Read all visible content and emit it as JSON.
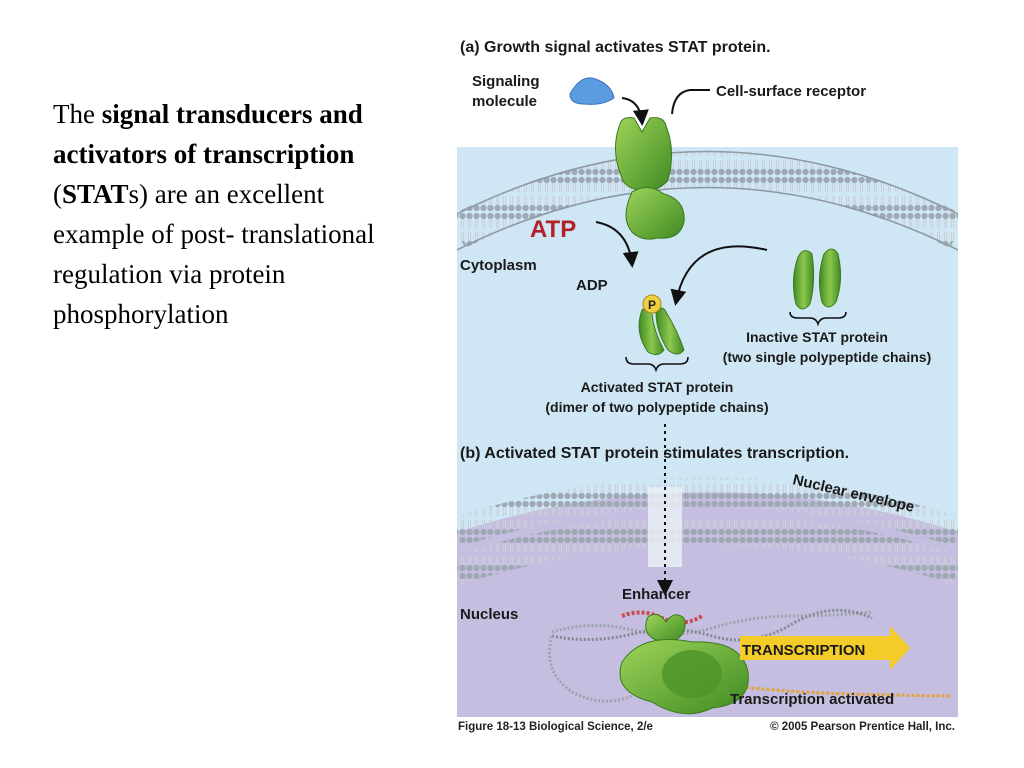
{
  "slide": {
    "intro_plain": "The ",
    "term_bold": "signal transducers and activators of transcription",
    "paren_open": " (",
    "abbr_bold": "STAT",
    "abbr_suffix": "s)",
    "rest": " are an excellent example of post- translational regulation via protein phosphorylation"
  },
  "figure": {
    "panel_a_title": "(a) Growth signal activates STAT protein.",
    "signaling_molecule": [
      "Signaling",
      "molecule"
    ],
    "cell_surface_receptor": "Cell-surface receptor",
    "atp": "ATP",
    "adp": "ADP",
    "cytoplasm": "Cytoplasm",
    "phosphate": "P",
    "inactive_stat": [
      "Inactive STAT protein",
      "(two single polypeptide chains)"
    ],
    "activated_stat": [
      "Activated STAT protein",
      "(dimer of two polypeptide chains)"
    ],
    "panel_b_title": "(b) Activated STAT protein stimulates transcription.",
    "nuclear_envelope": "Nuclear envelope",
    "enhancer": "Enhancer",
    "nucleus": "Nucleus",
    "transcription": "TRANSCRIPTION",
    "transcription_activated": "Transcription activated",
    "figure_caption": "Figure 18-13   Biological Science, 2/e",
    "copyright": "© 2005 Pearson Prentice Hall, Inc."
  },
  "colors": {
    "cytoplasm": "#cfe6f5",
    "nucleus": "#c6bee0",
    "membrane_head": "#9ea9b3",
    "protein_green": "#5fa630",
    "atp_red": "#b3202a",
    "transcription_arrow": "#f3cc2a",
    "signaling_blue": "#5b9be0"
  }
}
